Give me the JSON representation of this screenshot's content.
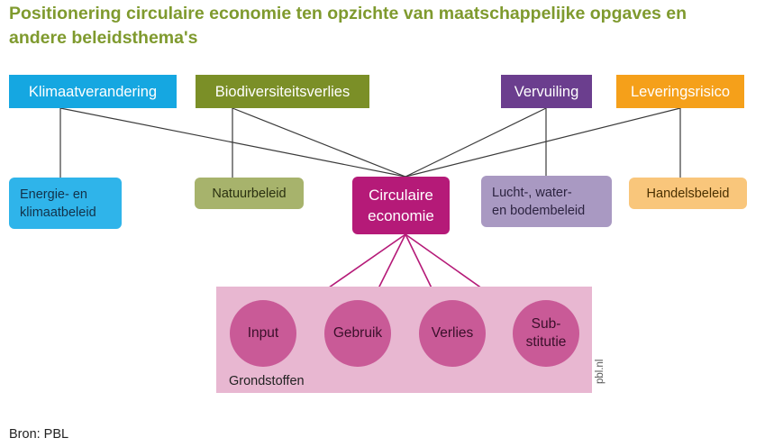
{
  "title": {
    "line1": "Positionering circulaire economie ten opzichte van maatschappelijke opgaves en",
    "line2": "andere beleidsthema's"
  },
  "challenges": [
    {
      "label": "Klimaatverandering",
      "color": "#15a7e1"
    },
    {
      "label": "Biodiversiteitsverlies",
      "color": "#7b8f27"
    },
    {
      "label": "Vervuiling",
      "color": "#6b3e8e"
    },
    {
      "label": "Leveringsrisico",
      "color": "#f5a01a"
    }
  ],
  "policies": [
    {
      "line1": "Energie- en",
      "line2": "klimaatbeleid",
      "color": "#2fb4ea"
    },
    {
      "line1": "Natuurbeleid",
      "color": "#a7b36c"
    },
    {
      "line1": "Lucht-, water-",
      "line2": "en bodembeleid",
      "color": "#a999c2"
    },
    {
      "line1": "Handelsbeleid",
      "color": "#f9c67b"
    }
  ],
  "center": {
    "line1": "Circulaire",
    "line2": "economie",
    "color": "#b51a78"
  },
  "stages": [
    {
      "line1": "Input"
    },
    {
      "line1": "Gebruik"
    },
    {
      "line1": "Verlies"
    },
    {
      "line1": "Sub-",
      "line2": "stitutie"
    }
  ],
  "panel_label": "Grondstoffen",
  "watermark": "pbl.nl",
  "source": "Bron: PBL"
}
